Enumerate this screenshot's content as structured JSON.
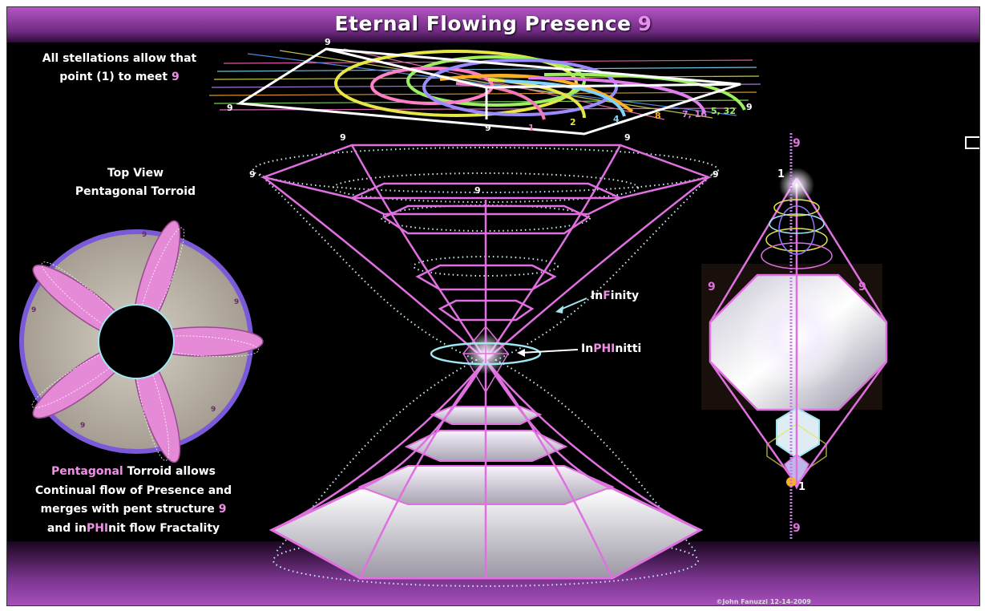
{
  "title": {
    "text": "Eternal Flowing Presence",
    "number": "9"
  },
  "top_left_text": {
    "line1": "All stellations allow that",
    "line2_prefix": "point (1) to meet ",
    "line2_num": "9"
  },
  "top_view": {
    "line1": "Top View",
    "line2": "Pentagonal Torroid",
    "petal_label": "9"
  },
  "bottom_text": {
    "l1_pink": "Pentagonal",
    "l1_rest": " Torroid allows",
    "l2": "Continual flow of Presence and",
    "l3_prefix": "merges with pent structure ",
    "l3_num": "9",
    "l4_prefix": "and in",
    "l4_pink": "PHI",
    "l4_rest": "nit flow Fractality"
  },
  "spiral_labels": [
    {
      "text": "1",
      "color": "#f07ab8"
    },
    {
      "text": "2",
      "color": "#e6e646"
    },
    {
      "text": "4",
      "color": "#7fd4ff"
    },
    {
      "text": "8",
      "color": "#ffb020"
    },
    {
      "text": "7, 16",
      "color": "#e07ef0"
    },
    {
      "text": "5, 32",
      "color": "#9cf060"
    }
  ],
  "nine": "9",
  "one": "1",
  "infinity": {
    "a": "In",
    "b": "F",
    "c": "inity"
  },
  "inphi": {
    "a": "In",
    "b": "PHI",
    "c": "nitti"
  },
  "copyright": "©John Fanuzzi 12-14-2009",
  "colors": {
    "accent": "#e98ef0",
    "lines": "#e070e0",
    "cyan": "#9fe6f0",
    "band": "#a650bb"
  }
}
